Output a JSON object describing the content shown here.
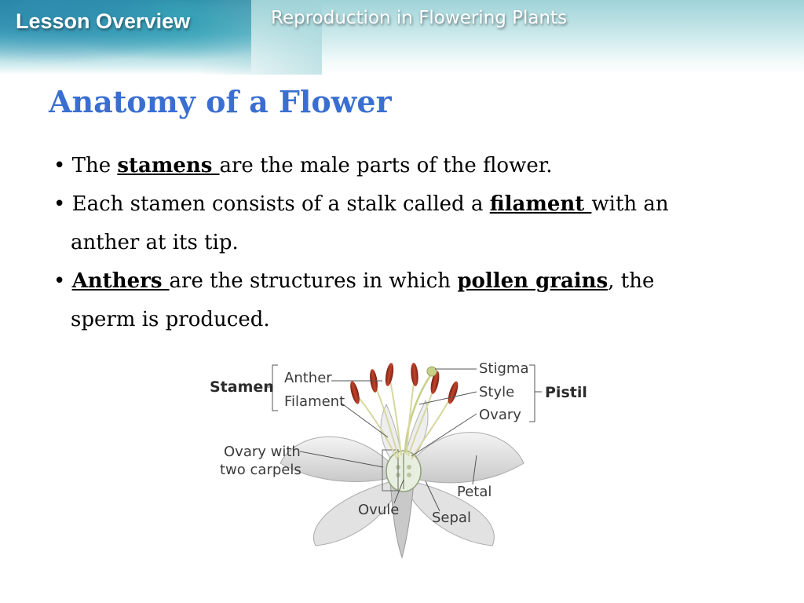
{
  "header": {
    "lesson_label": "Lesson Overview",
    "section_title": "Reproduction in Flowering Plants"
  },
  "slide": {
    "title": "Anatomy of a Flower",
    "bullets": [
      {
        "bullet": "•",
        "t1": " The ",
        "k1": "stamens ",
        "t2": "are the male parts of the flower."
      },
      {
        "bullet": "•",
        "t1": " Each stamen consists of a stalk called a ",
        "k1": "filament ",
        "t2": "with an",
        "cont": "anther at its tip."
      },
      {
        "bullet": "•",
        "t1": " ",
        "k1": "Anthers ",
        "t2": "are the structures in which ",
        "k2": "pollen grains",
        "t3": ", the",
        "cont": "sperm is produced."
      }
    ]
  },
  "diagram": {
    "labels": {
      "stamen": "Stamen",
      "anther": "Anther",
      "filament": "Filament",
      "stigma": "Stigma",
      "style": "Style",
      "ovary": "Ovary",
      "pistil": "Pistil",
      "ovary_carpels_1": "Ovary with",
      "ovary_carpels_2": "two carpels",
      "petal": "Petal",
      "ovule": "Ovule",
      "sepal": "Sepal"
    }
  }
}
